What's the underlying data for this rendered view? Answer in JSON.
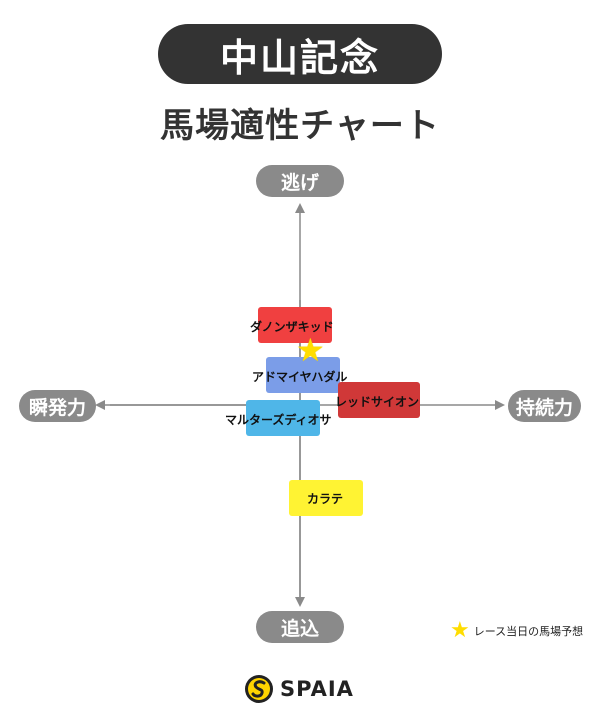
{
  "header": {
    "title": "中山記念",
    "subtitle": "馬場適性チャート"
  },
  "axes": {
    "top": "逃げ",
    "bottom": "追込",
    "left": "瞬発力",
    "right": "持続力"
  },
  "horses": [
    {
      "name": "ダノンザキッド",
      "color": "#f04040"
    },
    {
      "name": "アドマイヤハダル",
      "color": "#7b9de8"
    },
    {
      "name": "レッドサイオン",
      "color": "#d03838"
    },
    {
      "name": "マルターズディオサ",
      "color": "#4fb6e8"
    },
    {
      "name": "カラテ",
      "color": "#fff333"
    }
  ],
  "star_color": "#ffdd00",
  "legend": {
    "label": "レース当日の馬場予想"
  },
  "brand": {
    "name": "SPAIA",
    "color": "#ffd400"
  }
}
